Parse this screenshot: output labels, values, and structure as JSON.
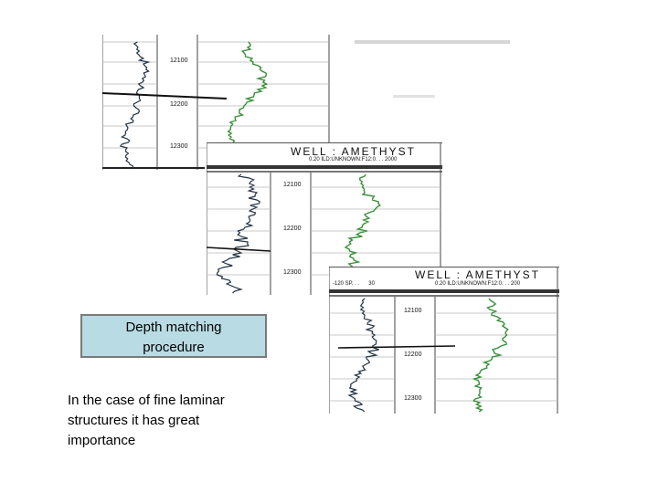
{
  "callout": {
    "line1": "Depth matching",
    "line2": "procedure"
  },
  "caption": {
    "line1": "In the case of fine laminar",
    "line2": "structures it has great",
    "line3": "importance"
  },
  "log1": {
    "depths": [
      "12100",
      "12200",
      "12300"
    ]
  },
  "log2": {
    "title": "WELL :  AMETHYST",
    "subtitle": "0.20 ILD:UNKNOWN:F12:0. . . 2000",
    "depths": [
      "12100",
      "12200",
      "12300"
    ]
  },
  "log3": {
    "title": "WELL :  AMETHYST",
    "left_header": "-120 SP. . .      30",
    "subtitle": "0.20 ILD:UNKNOWN:F12:0. . . 200",
    "depths": [
      "12100",
      "12200",
      "12300"
    ]
  },
  "colors": {
    "green_curve": "#3a8f3a",
    "dark_curve": "#223344",
    "callout_fill": "#b9dbe4"
  }
}
